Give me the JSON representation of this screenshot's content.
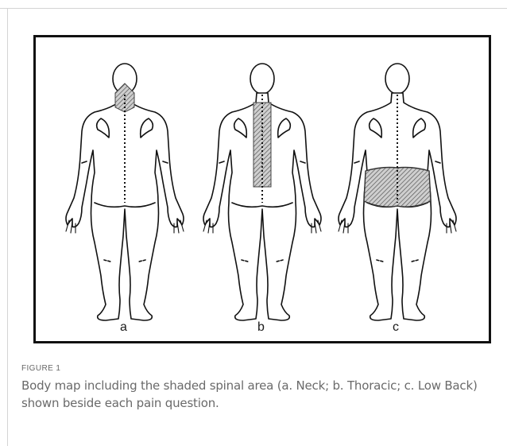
{
  "figure": {
    "panels": [
      {
        "letter": "a",
        "region": "neck"
      },
      {
        "letter": "b",
        "region": "thoracic"
      },
      {
        "letter": "c",
        "region": "low-back"
      }
    ]
  },
  "caption": {
    "label": "FIGURE 1",
    "text": "Body map including the shaded spinal area (a. Neck; b. Thoracic; c. Low Back) shown beside each pain question."
  }
}
